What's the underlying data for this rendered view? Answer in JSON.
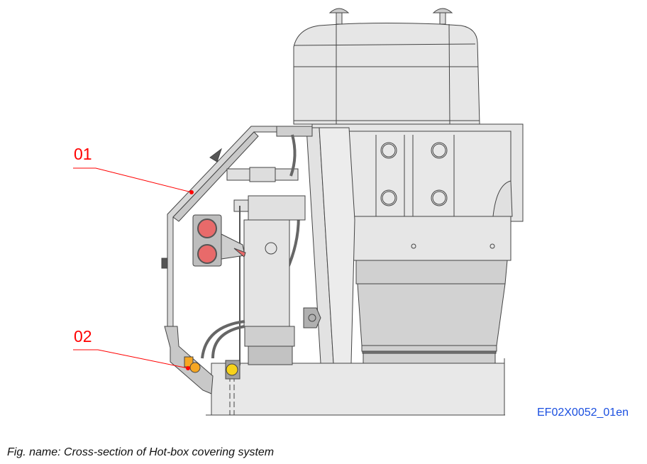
{
  "figure": {
    "caption": "Fig. name: Cross-section of Hot-box covering system",
    "code": "EF02X0052_01en",
    "callouts": [
      {
        "id": "01",
        "label": "01",
        "target": "hot-box cover panel"
      },
      {
        "id": "02",
        "label": "02",
        "target": "lower cover bracket with connectors"
      }
    ],
    "colors": {
      "callout": "#ff0000",
      "code_text": "#1a4fe0",
      "part_fill": "#e6e6e6",
      "part_dark": "#cfcfcf",
      "highlight_red": "#e86a6a",
      "highlight_orange": "#f5a623",
      "highlight_yellow": "#f7d21a"
    }
  }
}
